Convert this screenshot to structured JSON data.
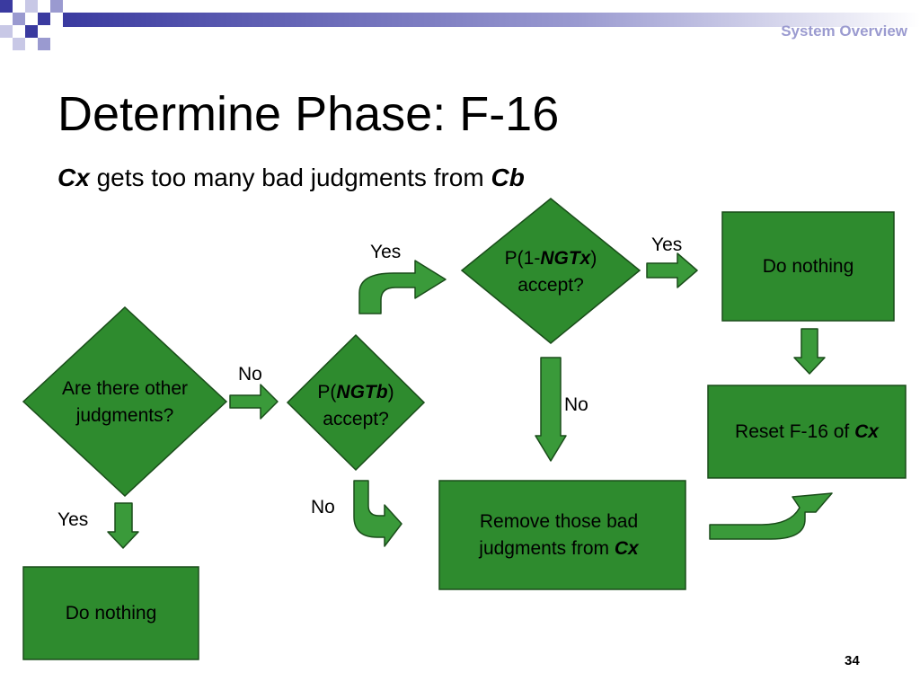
{
  "header": {
    "section_label": "System Overview"
  },
  "slide": {
    "title": "Determine Phase: F-16",
    "subtitle": {
      "part1": "Cx",
      "part2": " gets too many bad judgments from ",
      "part3": "Cb"
    },
    "page_number": "34"
  },
  "nodes": {
    "q_other": {
      "line1": "Are there other",
      "line2": "judgments?"
    },
    "q_ngtb": {
      "pre": "P(",
      "bold": "NGTb",
      "post": ")",
      "line2": "accept?"
    },
    "q_ngtx": {
      "pre": "P(1-",
      "bold": "NGTx",
      "post": ")",
      "line2": "accept?"
    },
    "do_nothing_top": "Do nothing",
    "reset": {
      "text": "Reset F-16 of ",
      "bold": "Cx"
    },
    "remove": {
      "line1": "Remove those bad",
      "line2": "judgments from ",
      "bold": "Cx"
    },
    "do_nothing_bottom": "Do nothing"
  },
  "edges": {
    "other_no": "No",
    "other_yes": "Yes",
    "ngtb_yes": "Yes",
    "ngtb_no": "No",
    "ngtx_yes": "Yes",
    "ngtx_no": "No"
  },
  "colors": {
    "node_fill": "#2e8b2e",
    "node_stroke": "#1a4d1a",
    "arrow_fill": "#3a9a3a",
    "accent": "#9b9bd0"
  }
}
